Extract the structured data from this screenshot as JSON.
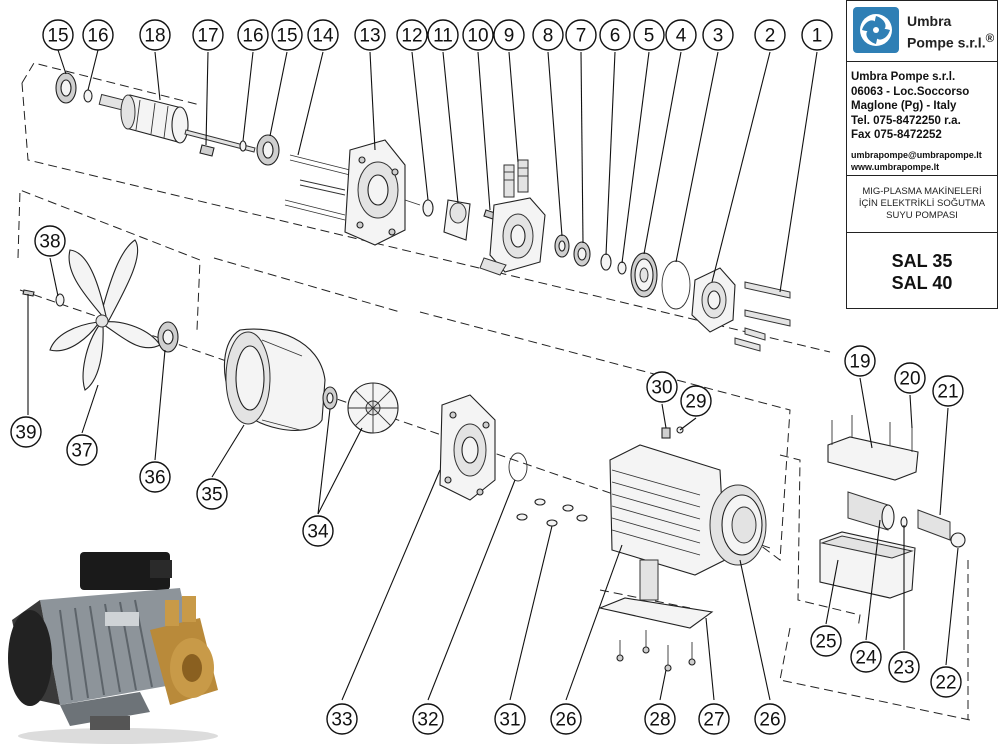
{
  "info_box": {
    "brand_line1": "Umbra",
    "brand_line2": "Pompe s.r.l.",
    "brand_mark": "®",
    "address": [
      "Umbra Pompe s.r.l.",
      "06063 - Loc.Soccorso",
      "Maglone (Pg) - Italy",
      "Tel. 075-8472250 r.a.",
      "Fax 075-8472252"
    ],
    "email": "umbrapompe@umbrapompe.lt",
    "website": "www.umbrapompe.lt",
    "description": [
      "MIG-PLASMA MAKİNELERİ",
      "İÇİN ELEKTRİKLİ SOĞUTMA",
      "SUYU POMPASI"
    ],
    "models": [
      "SAL 35",
      "SAL 40"
    ]
  },
  "callouts": [
    {
      "label": "15"
    },
    {
      "label": "16"
    },
    {
      "label": "18"
    },
    {
      "label": "17"
    },
    {
      "label": "16"
    },
    {
      "label": "15"
    },
    {
      "label": "14"
    },
    {
      "label": "13"
    },
    {
      "label": "12"
    },
    {
      "label": "11"
    },
    {
      "label": "10"
    },
    {
      "label": "9"
    },
    {
      "label": "8"
    },
    {
      "label": "7"
    },
    {
      "label": "6"
    },
    {
      "label": "5"
    },
    {
      "label": "4"
    },
    {
      "label": "3"
    },
    {
      "label": "2"
    },
    {
      "label": "1"
    },
    {
      "label": "38"
    },
    {
      "label": "39"
    },
    {
      "label": "37"
    },
    {
      "label": "36"
    },
    {
      "label": "35"
    },
    {
      "label": "34"
    },
    {
      "label": "30"
    },
    {
      "label": "29"
    },
    {
      "label": "19"
    },
    {
      "label": "20"
    },
    {
      "label": "21"
    },
    {
      "label": "25"
    },
    {
      "label": "24"
    },
    {
      "label": "23"
    },
    {
      "label": "22"
    },
    {
      "label": "33"
    },
    {
      "label": "32"
    },
    {
      "label": "31"
    },
    {
      "label": "26"
    },
    {
      "label": "28"
    },
    {
      "label": "27"
    },
    {
      "label": "26"
    }
  ],
  "icons": {
    "logo": "pump-impeller-logo-icon",
    "photo": "pump-product-photo"
  }
}
